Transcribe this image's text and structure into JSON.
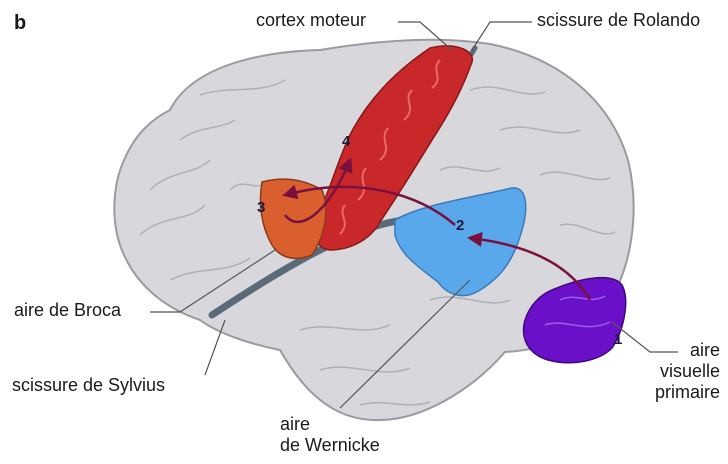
{
  "figure_letter": "b",
  "labels": {
    "motor_cortex": "cortex moteur",
    "rolando": "scissure de Rolando",
    "broca": "aire de Broca",
    "sylvius": "scissure de Sylvius",
    "wernicke": [
      "aire",
      "de Wernicke"
    ],
    "visual": [
      "aire",
      "visuelle",
      "primaire"
    ]
  },
  "area_numbers": {
    "visual": "1",
    "wernicke": "2",
    "broca": "3",
    "motor": "4"
  },
  "colors": {
    "brain": "#d8d8dc",
    "brain_outline": "#9a9aa0",
    "motor_cortex": "#c8282a",
    "broca_area": "#d9602e",
    "wernicke_area": "#5aa8ec",
    "visual_area": "#6a10c8",
    "fissure": "#5a6a78",
    "pathway": "#7a1040",
    "leader_line": "#555555"
  },
  "icons": {
    "pathway_arrows": "arrow-head"
  }
}
